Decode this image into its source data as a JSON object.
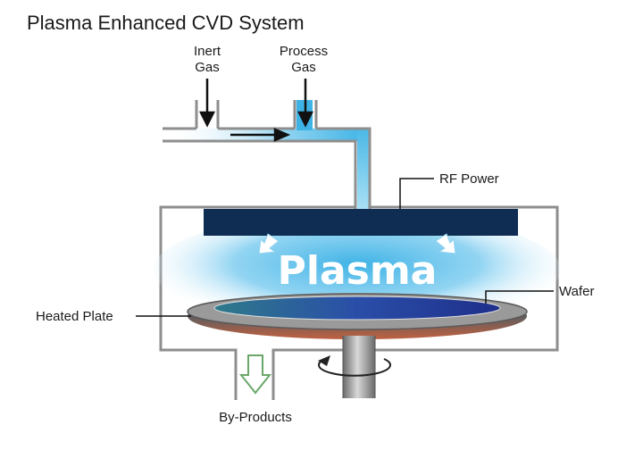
{
  "title": "Plasma Enhanced CVD System",
  "labels": {
    "inert_gas_line1": "Inert",
    "inert_gas_line2": "Gas",
    "process_gas_line1": "Process",
    "process_gas_line2": "Gas",
    "rf_power": "RF Power",
    "plasma": "Plasma",
    "wafer": "Wafer",
    "heated_plate": "Heated Plate",
    "by_products": "By-Products"
  },
  "colors": {
    "chamber_wall": "#8e8e8e",
    "electrode": "#0f2d52",
    "plasma_glow": "#3fb3e6",
    "gas_flow": "#5cc0e8",
    "wafer": "#2a3f9e",
    "plate": "#7a7a7a",
    "exhaust_arrow": "#7ac27a"
  }
}
